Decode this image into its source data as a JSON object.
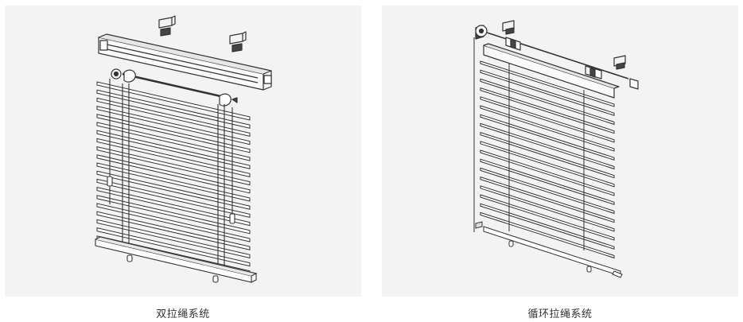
{
  "diagrams": [
    {
      "caption": "双拉绳系统",
      "slat_count": 20
    },
    {
      "caption": "循环拉绳系统",
      "slat_count": 18
    }
  ],
  "colors": {
    "panel": "#f3f3f3",
    "line": "#333333",
    "caption": "#333333"
  }
}
